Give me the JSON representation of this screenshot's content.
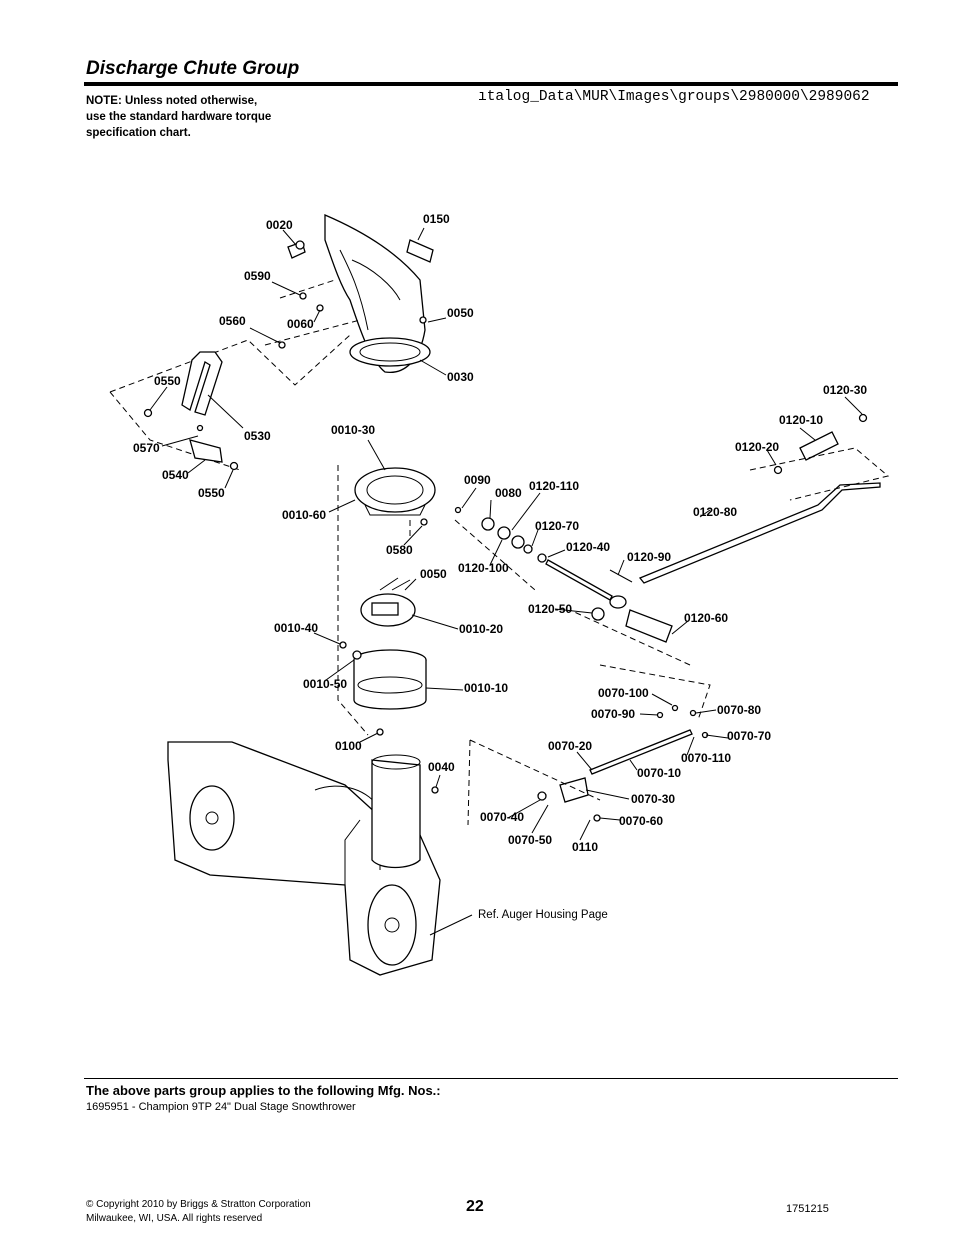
{
  "header": {
    "title": "Discharge Chute Group",
    "note_lines": [
      "NOTE: Unless noted otherwise,",
      "use the standard hardware torque",
      "specification chart."
    ],
    "file_path": "ıtalog_Data\\MUR\\Images\\groups\\2980000\\2989062"
  },
  "diagram": {
    "part_labels": [
      "0020",
      "0150",
      "0590",
      "0560",
      "0060",
      "0050",
      "0030",
      "0550",
      "0530",
      "0570",
      "0540",
      "0550",
      "0010-30",
      "0010-60",
      "0580",
      "0090",
      "0080",
      "0120-110",
      "0120-70",
      "0120-100",
      "0120-40",
      "0120-90",
      "0120-50",
      "0120-60",
      "0120-30",
      "0120-10",
      "0120-20",
      "0120-80",
      "0050",
      "0010-20",
      "0010-40",
      "0010-50",
      "0010-10",
      "0100",
      "0040",
      "0070-100",
      "0070-90",
      "0070-80",
      "0070-70",
      "0070-110",
      "0070-20",
      "0070-10",
      "0070-30",
      "0070-40",
      "0070-60",
      "0070-50",
      "0110"
    ],
    "reference_note": "Ref. Auger Housing Page"
  },
  "footer": {
    "applies_heading": "The above parts group applies to the following Mfg. Nos.:",
    "model_line": "1695951 - Champion 9TP 24\" Dual Stage Snowthrower",
    "copyright_lines": [
      "© Copyright  2010 by Briggs & Stratton Corporation",
      "Milwaukee, WI, USA. All rights reserved"
    ],
    "page_number": "22",
    "document_number": "1751215"
  }
}
